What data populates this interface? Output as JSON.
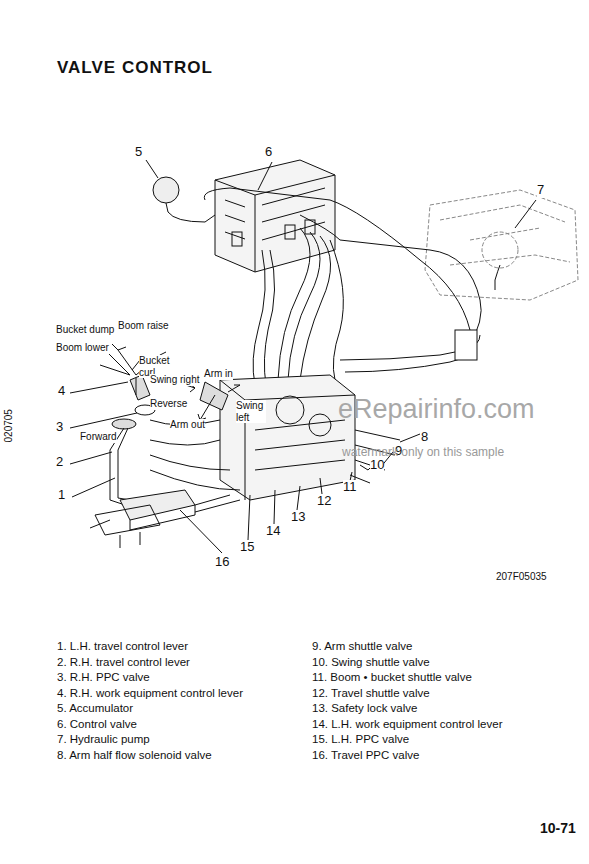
{
  "diagram": {
    "title": "VALVE CONTROL",
    "labels": [
      "Bucket dump",
      "Boom raise",
      "Bucket curl",
      "Boom lower",
      "Swing right",
      "Arm in",
      "Reverse",
      "Swing left",
      "Arm out",
      "Forward",
      "1",
      "2",
      "3",
      "4",
      "5",
      "6",
      "7",
      "8",
      "9",
      "10",
      "11",
      "12",
      "13",
      "14",
      "15",
      "16",
      "1. L.H. travel control lever",
      "2. R.H. travel control lever",
      "3. R.H. PPC valve",
      "4. R.H. work equipment control lever",
      "5. Accumulator",
      "6. Control valve",
      "7. Hydraulic pump",
      "8. Arm half flow solenoid valve",
      "9. Arm shuttle valve",
      "10. Swing shuttle valve",
      "11. Boom • bucket shuttle valve",
      "12. Travel shuttle valve",
      "13. Safety lock valve",
      "14. L.H. work equipment control lever",
      "15. L.H. PPC valve",
      "16. Travel PPC valve",
      "020705",
      "207F05035",
      "10-71",
      "eRepairinfo.com",
      "watermark only on this sample"
    ]
  }
}
